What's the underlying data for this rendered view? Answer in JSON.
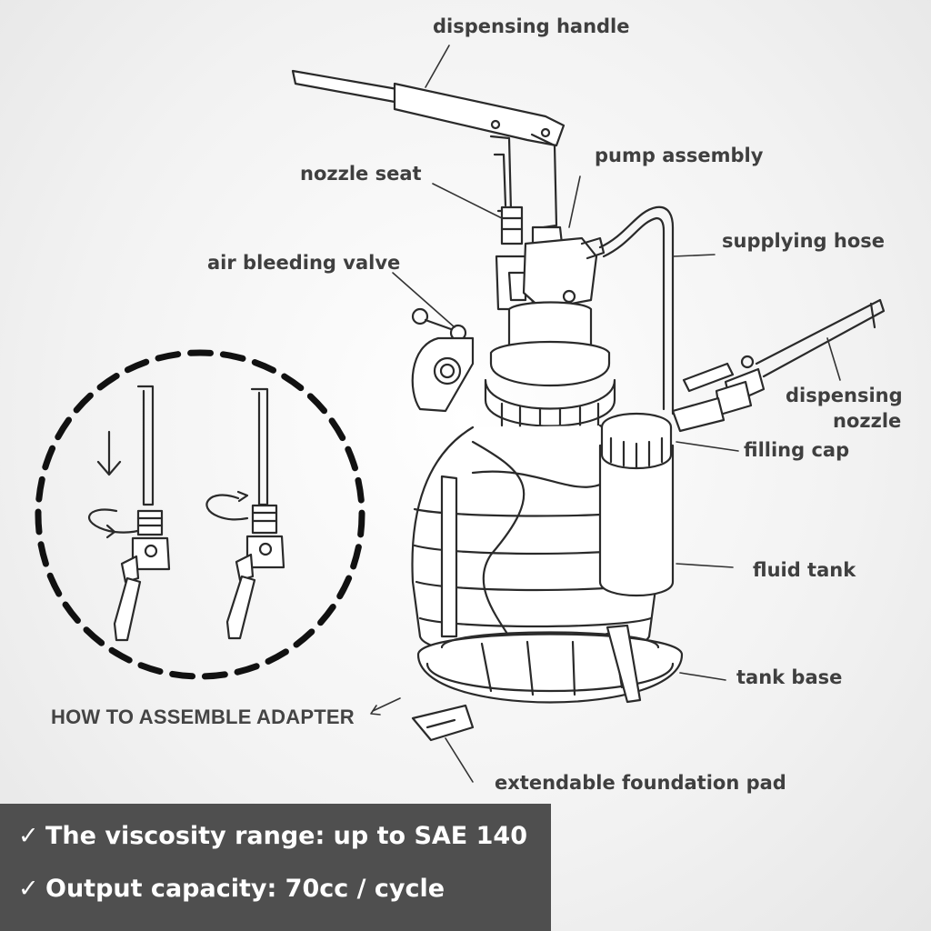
{
  "labels": {
    "dispensing_handle": "dispensing handle",
    "pump_assembly": "pump assembly",
    "nozzle_seat": "nozzle seat",
    "supplying_hose": "supplying hose",
    "air_bleeding_valve": "air bleeding valve",
    "dispensing_nozzle_1": "dispensing",
    "dispensing_nozzle_2": "nozzle",
    "filling_cap": "filling cap",
    "fluid_tank": "fluid tank",
    "tank_base": "tank base",
    "extendable_foundation_pad": "extendable foundation pad"
  },
  "assembly_heading": "HOW TO ASSEMBLE ADAPTER",
  "features": [
    {
      "check": "✓",
      "text": "The viscosity range: up to SAE 140"
    },
    {
      "check": "✓",
      "text": "Output capacity: 70cc / cycle"
    }
  ],
  "colors": {
    "line": "#2a2a2a",
    "banner": "#4f4f4f",
    "label": "#3f3f3f"
  }
}
